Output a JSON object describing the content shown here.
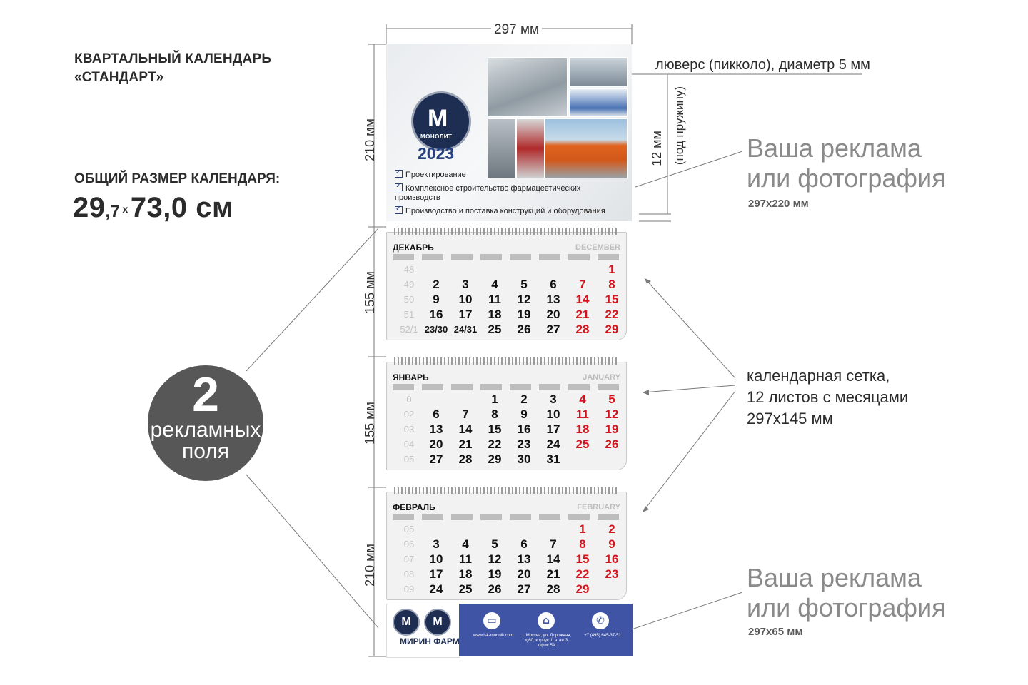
{
  "heading": {
    "line1": "КВАРТАЛЬНЫЙ КАЛЕНДАРЬ",
    "line2": "«СТАНДАРТ»"
  },
  "size": {
    "label": "ОБЩИЙ РАЗМЕР КАЛЕНДАРЯ:",
    "value_a": "29",
    "value_a_dec": ",7",
    "times": "x",
    "value_b": "73,0 см"
  },
  "badge": {
    "number": "2",
    "line1": "рекламных",
    "line2": "поля"
  },
  "dimensions": {
    "width": "297 мм",
    "header_height": "210 мм",
    "sheet1": "155 мм",
    "sheet2": "155 мм",
    "bottom": "210 мм",
    "spring": "12 мм",
    "spring_note": "(под пружину)"
  },
  "annotations": {
    "grommet": "люверс (пикколо), диаметр 5 мм",
    "ad_top_1": "Ваша реклама",
    "ad_top_2": "или фотография",
    "ad_top_size": "297x220 мм",
    "grid_1": "календарная сетка,",
    "grid_2": "12 листов с месяцами",
    "grid_3": "297x145 мм",
    "ad_bottom_1": "Ваша реклама",
    "ad_bottom_2": "или фотография",
    "ad_bottom_size": "297x65 мм"
  },
  "header_panel": {
    "logo_letter": "M",
    "logo_caption": "МОНОЛИТ",
    "year": "2023",
    "bullets": [
      "Проектирование",
      "Комплексное строительство фармацевтических производств",
      "Производство и поставка конструкций и оборудования"
    ]
  },
  "months": [
    {
      "name": "ДЕКАБРЬ",
      "name_en": "DECEMBER",
      "weeks": [
        "48",
        "49",
        "50",
        "51",
        "52/1"
      ],
      "rows": [
        [
          "",
          "",
          "",
          "",
          "",
          "",
          "1"
        ],
        [
          "2",
          "3",
          "4",
          "5",
          "6",
          "7",
          "8"
        ],
        [
          "9",
          "10",
          "11",
          "12",
          "13",
          "14",
          "15"
        ],
        [
          "16",
          "17",
          "18",
          "19",
          "20",
          "21",
          "22"
        ],
        [
          "23/30",
          "24/31",
          "25",
          "26",
          "27",
          "28",
          "29"
        ]
      ]
    },
    {
      "name": "ЯНВАРЬ",
      "name_en": "JANUARY",
      "weeks": [
        "0",
        "02",
        "03",
        "04",
        "05"
      ],
      "rows": [
        [
          "",
          "",
          "1",
          "2",
          "3",
          "4",
          "5"
        ],
        [
          "6",
          "7",
          "8",
          "9",
          "10",
          "11",
          "12"
        ],
        [
          "13",
          "14",
          "15",
          "16",
          "17",
          "18",
          "19"
        ],
        [
          "20",
          "21",
          "22",
          "23",
          "24",
          "25",
          "26"
        ],
        [
          "27",
          "28",
          "29",
          "30",
          "31",
          "",
          ""
        ]
      ]
    },
    {
      "name": "ФЕВРАЛЬ",
      "name_en": "FEBRUARY",
      "weeks": [
        "05",
        "06",
        "07",
        "08",
        "09"
      ],
      "rows": [
        [
          "",
          "",
          "",
          "",
          "",
          "1",
          "2"
        ],
        [
          "3",
          "4",
          "5",
          "6",
          "7",
          "8",
          "9"
        ],
        [
          "10",
          "11",
          "12",
          "13",
          "14",
          "15",
          "16"
        ],
        [
          "17",
          "18",
          "19",
          "20",
          "21",
          "22",
          "23"
        ],
        [
          "24",
          "25",
          "26",
          "27",
          "28",
          "29",
          ""
        ]
      ]
    }
  ],
  "footer": {
    "logo1": "M",
    "logo2": "M",
    "brand": "МИРИН ФАРМ",
    "site": "www.isk-monolit.com",
    "address": "г. Москва, ул. Дорожная, д.60, корпус 1, этаж 3, офис 5А",
    "phone": "+7 (495) 645-37-51",
    "icons": [
      "monitor-icon",
      "home-icon",
      "phone-icon"
    ]
  },
  "colors": {
    "accent_blue": "#3f54a5",
    "weekend_red": "#d5131d",
    "badge_gray": "#575757"
  }
}
